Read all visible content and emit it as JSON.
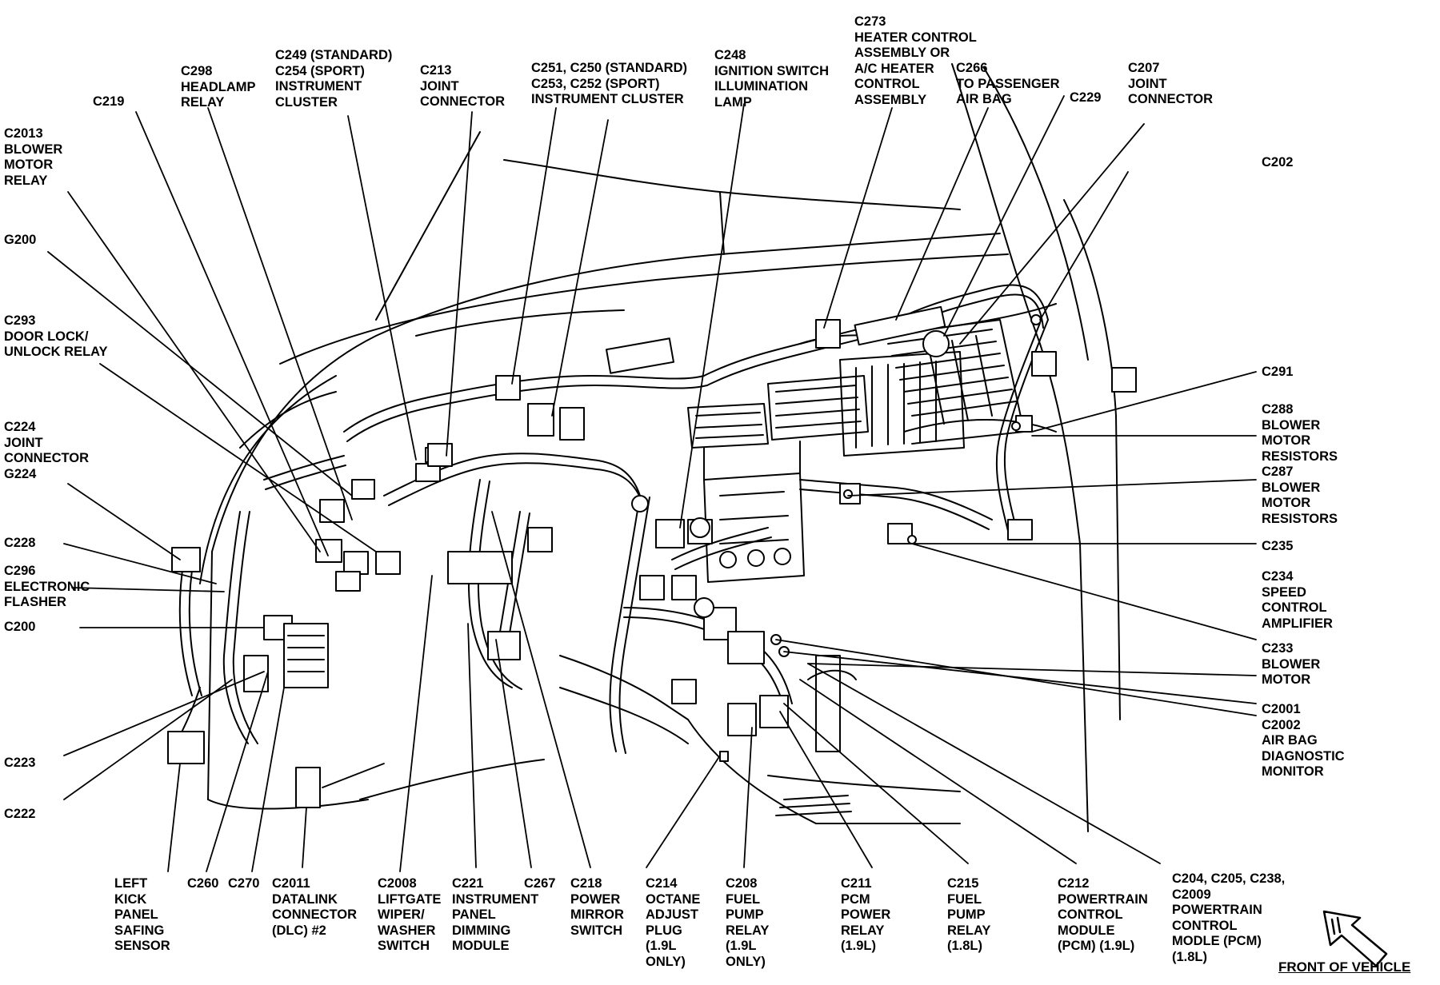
{
  "labels": {
    "c219": "C219",
    "c298": "C298\nHEADLAMP\nRELAY",
    "c249": "C249 (STANDARD)\nC254 (SPORT)\nINSTRUMENT\nCLUSTER",
    "c213": "C213\nJOINT\nCONNECTOR",
    "c251": "C251, C250 (STANDARD)\nC253, C252 (SPORT)\nINSTRUMENT CLUSTER",
    "c248": "C248\nIGNITION SWITCH\nILLUMINATION\nLAMP",
    "c273": "C273\nHEATER CONTROL\nASSEMBLY OR\nA/C HEATER\nCONTROL\nASSEMBLY",
    "c266": "C266\nTO PASSENGER\nAIR BAG",
    "c229": "C229",
    "c207": "C207\nJOINT\nCONNECTOR",
    "c2013": "C2013\nBLOWER\nMOTOR\nRELAY",
    "c202": "C202",
    "g200": "G200",
    "c293": "C293\nDOOR LOCK/\nUNLOCK RELAY",
    "c291": "C291",
    "c288": "C288\nBLOWER\nMOTOR\nRESISTORS",
    "c224": "C224\nJOINT\nCONNECTOR\nG224",
    "c287": "C287\nBLOWER\nMOTOR\nRESISTORS",
    "c228": "C228",
    "c235": "C235",
    "c296": "C296\nELECTRONIC\nFLASHER",
    "c234": "C234\nSPEED\nCONTROL\nAMPLIFIER",
    "c200": "C200",
    "c233": "C233\nBLOWER\nMOTOR",
    "c2001": "C2001\nC2002\nAIR BAG\nDIAGNOSTIC\nMONITOR",
    "c223": "C223",
    "c222": "C222",
    "kick": "LEFT\nKICK\nPANEL\nSAFING\nSENSOR",
    "c260": "C260",
    "c270": "C270",
    "c2011": "C2011\nDATALINK\nCONNECTOR\n(DLC) #2",
    "c2008": "C2008\nLIFTGATE\nWIPER/\nWASHER\nSWITCH",
    "c221": "C221\nINSTRUMENT\nPANEL\nDIMMING\nMODULE",
    "c267": "C267",
    "c218": "C218\nPOWER\nMIRROR\nSWITCH",
    "c214": "C214\nOCTANE\nADJUST\nPLUG\n(1.9L\nONLY)",
    "c208": "C208\nFUEL\nPUMP\nRELAY\n(1.9L\nONLY)",
    "c211": "C211\nPCM\nPOWER\nRELAY\n(1.9L)",
    "c215": "C215\nFUEL\nPUMP\nRELAY\n(1.8L)",
    "c212": "C212\nPOWERTRAIN\nCONTROL\nMODULE\n(PCM) (1.9L)",
    "c204": "C204, C205, C238,\nC2009\nPOWERTRAIN\nCONTROL\nMODLE (PCM)\n(1.8L)",
    "front": "FRONT OF VEHICLE"
  },
  "colors": {
    "ink": "#000000",
    "paper": "#ffffff"
  },
  "icons": {
    "direction": "arrow-icon"
  }
}
